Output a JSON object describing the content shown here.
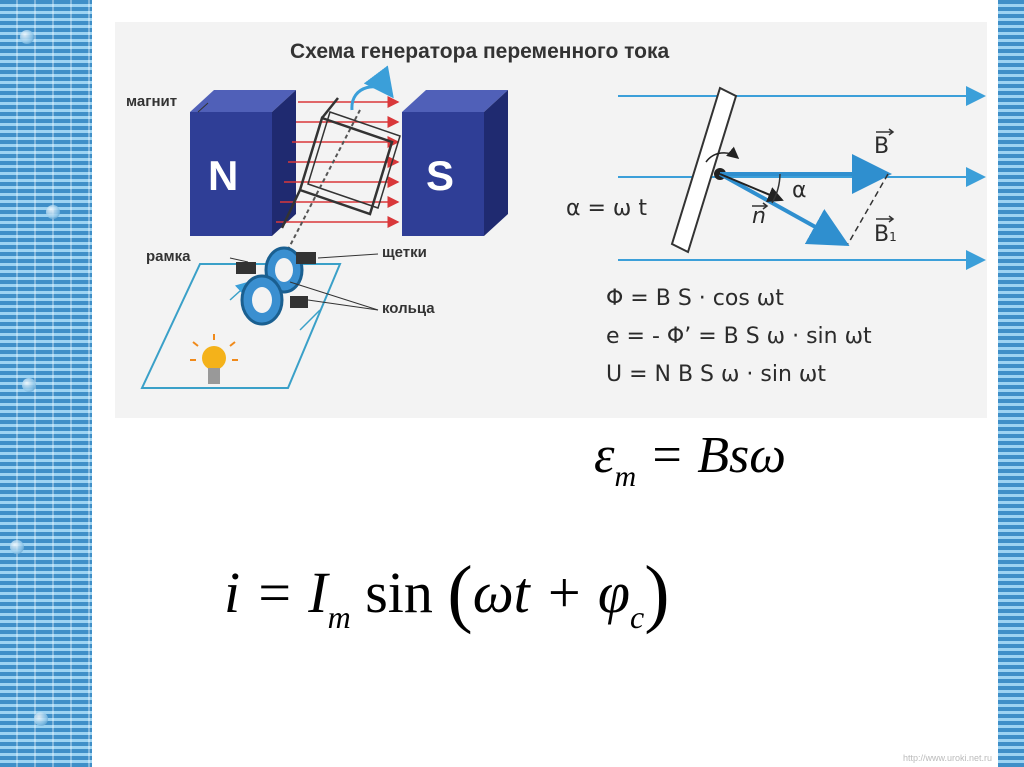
{
  "title": "Схема генератора переменного тока",
  "labels": {
    "magnet": "магнит",
    "frame": "рамка",
    "brushes": "щетки",
    "rings": "кольца",
    "pole_n": "N",
    "pole_s": "S"
  },
  "vector_diagram": {
    "angle_relation": "α = ω t",
    "alpha": "α",
    "b_vector": "B",
    "b1_vector": "B",
    "b1_subscript": "1",
    "n_vector": "n"
  },
  "formulas": [
    "Φ = B S · cos ωt",
    "e = - Φ’ = B S ω · sin ωt",
    "U = N B S ω · sin ωt"
  ],
  "big_formula_1": {
    "lhs": "ε",
    "sub": "m",
    "rhs": " = Bsω"
  },
  "big_formula_2": {
    "lhs": "i = I",
    "sub": "m",
    "func": " sin",
    "arg_open": "(",
    "arg": "ωt + φ",
    "arg_sub": "c",
    "arg_close": ")"
  },
  "watermark": "http://www.uroki.net.ru",
  "colors": {
    "magnet": "#2f3e96",
    "field_arrow": "#d9383a",
    "field_line": "#3b9fd9",
    "circuit": "#3aa0c8"
  }
}
